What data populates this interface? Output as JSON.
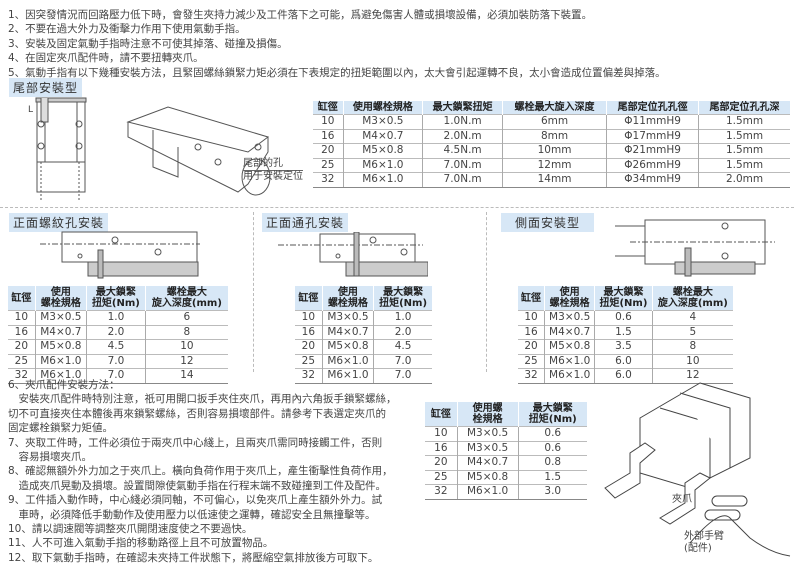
{
  "top_notes": [
    "1、因突發情況而回路壓力低下時，會發生夾持力減少及工件落下之可能，爲避免傷害人體或損壞設備，必須加裝防落下裝置。",
    "2、不要在過大外力及衝擊力作用下使用氣動手指。",
    "3、安裝及固定氣動手指時注意不可使其掉落、碰撞及損傷。",
    "4、在固定夾爪配件時，請不要扭轉夾爪。",
    "5、氣動手指有以下幾種安裝方法，且緊固螺絲鎖緊力矩必須在下表規定的扭矩範圍以內，太大會引起運轉不良，太小會造成位置偏差與掉落。"
  ],
  "tail_mount": {
    "title": "尾部安裝型",
    "callout": [
      "尾部的孔",
      "用于安裝定位"
    ],
    "dim_label": "L",
    "headers": [
      "缸徑",
      "使用螺栓規格",
      "最大鎖緊扭矩",
      "螺栓最大旋入深度",
      "尾部定位孔孔徑",
      "尾部定位孔孔深"
    ],
    "rows": [
      [
        "10",
        "M3×0.5",
        "1.0N.m",
        "6mm",
        "Φ11mmH9",
        "1.5mm"
      ],
      [
        "16",
        "M4×0.7",
        "2.0N.m",
        "8mm",
        "Φ17mmH9",
        "1.5mm"
      ],
      [
        "20",
        "M5×0.8",
        "4.5N.m",
        "10mm",
        "Φ21mmH9",
        "1.5mm"
      ],
      [
        "25",
        "M6×1.0",
        "7.0N.m",
        "12mm",
        "Φ26mmH9",
        "1.5mm"
      ],
      [
        "32",
        "M6×1.0",
        "7.0N.m",
        "14mm",
        "Φ34mmH9",
        "2.0mm"
      ]
    ]
  },
  "front_thread": {
    "title": "正面螺紋孔安裝",
    "headers": [
      "缸徑",
      "使用\n螺栓規格",
      "最大鎖緊\n扭矩(Nm)",
      "螺栓最大\n旋入深度(mm)"
    ],
    "rows": [
      [
        "10",
        "M3×0.5",
        "1.0",
        "6"
      ],
      [
        "16",
        "M4×0.7",
        "2.0",
        "8"
      ],
      [
        "20",
        "M5×0.8",
        "4.5",
        "10"
      ],
      [
        "25",
        "M6×1.0",
        "7.0",
        "12"
      ],
      [
        "32",
        "M6×1.0",
        "7.0",
        "14"
      ]
    ]
  },
  "front_through": {
    "title": "正面通孔安裝",
    "headers": [
      "缸徑",
      "使用\n螺栓規格",
      "最大鎖緊\n扭矩(Nm)"
    ],
    "rows": [
      [
        "10",
        "M3×0.5",
        "1.0"
      ],
      [
        "16",
        "M4×0.7",
        "2.0"
      ],
      [
        "20",
        "M5×0.8",
        "4.5"
      ],
      [
        "25",
        "M6×1.0",
        "7.0"
      ],
      [
        "32",
        "M6×1.0",
        "7.0"
      ]
    ]
  },
  "side_mount": {
    "title": "側面安裝型",
    "headers": [
      "缸徑",
      "使用\n螺栓規格",
      "最大鎖緊\n扭矩(Nm)",
      "螺栓最大\n旋入深度(mm)"
    ],
    "rows": [
      [
        "10",
        "M3×0.5",
        "0.6",
        "4"
      ],
      [
        "16",
        "M4×0.7",
        "1.5",
        "5"
      ],
      [
        "20",
        "M5×0.8",
        "3.5",
        "8"
      ],
      [
        "25",
        "M6×1.0",
        "6.0",
        "10"
      ],
      [
        "32",
        "M6×1.0",
        "6.0",
        "12"
      ]
    ]
  },
  "bottom_notes": [
    "6、夾爪配件安裝方法：",
    "　安裝夾爪配件時特別注意，祇可用開口扳手夾住夾爪，再用內六角扳手鎖緊螺絲，",
    "切不可直接夾住本體後再來鎖緊螺絲，否則容易損壞部件。請參考下表選定夾爪的",
    "固定螺栓鎖緊力矩値。",
    "7、夾取工件時，工件必須位于兩夾爪中心綫上，且兩夾爪需同時接觸工件，否則",
    "　容易損壞夾爪。",
    "8、確認無額外外力加之于夾爪上。橫向負荷作用于夾爪上，產生衝擊性負荷作用，",
    "　造成夾爪晃動及損壞。設置間隙使氣動手指在行程末端不致碰撞到工件及配件。",
    "9、工件插入動作時，中心綫必須同軸，不可偏心，以免夾爪上產生額外外力。試",
    "　車時，必須降低手動動作及使用壓力以低速使之運轉，確認安全且無撞擊等。",
    "10、請以調速閥等調整夾爪開閉速度使之不要過快。",
    "11、人不可進入氣動手指的移動路徑上且不可放置物品。",
    "12、取下氣動手指時，在確認未夾持工件狀態下，將壓縮空氣排放後方可取下。"
  ],
  "jaw_table": {
    "headers": [
      "缸徑",
      "使用螺\n栓規格",
      "最大鎖緊\n扭矩(Nm)"
    ],
    "rows": [
      [
        "10",
        "M3×0.5",
        "0.6"
      ],
      [
        "16",
        "M3×0.5",
        "0.6"
      ],
      [
        "20",
        "M4×0.7",
        "0.8"
      ],
      [
        "25",
        "M5×0.8",
        "1.5"
      ],
      [
        "32",
        "M6×1.0",
        "3.0"
      ]
    ]
  },
  "illustration": {
    "jaw_label": "夾爪",
    "arm_label": [
      "外部手臂",
      "(配件)"
    ]
  }
}
